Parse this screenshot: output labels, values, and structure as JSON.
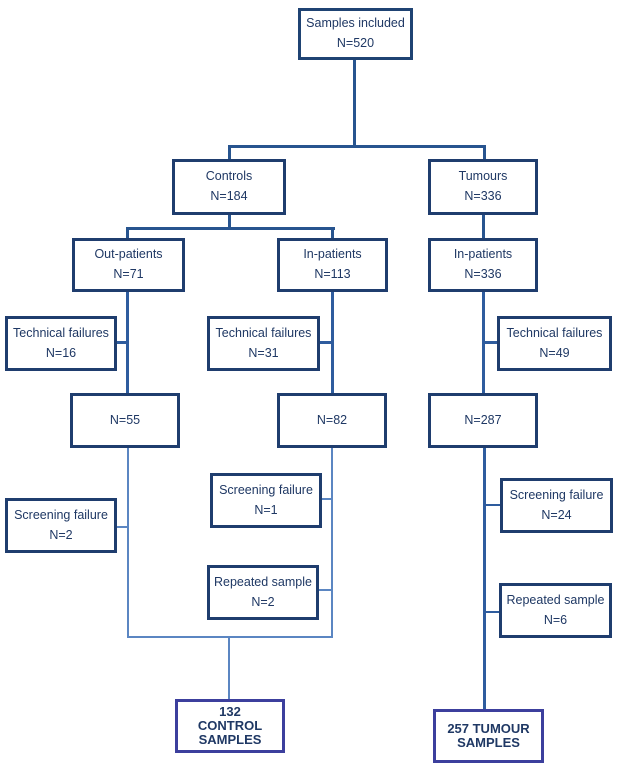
{
  "boxes": {
    "samples_included": {
      "label": "Samples included",
      "count": "N=520"
    },
    "controls": {
      "label": "Controls",
      "count": "N=184"
    },
    "tumours": {
      "label": "Tumours",
      "count": "N=336"
    },
    "out_patients": {
      "label": "Out-patients",
      "count": "N=71"
    },
    "in_patients_controls": {
      "label": "In-patients",
      "count": "N=113"
    },
    "in_patients_tumours": {
      "label": "In-patients",
      "count": "N=336"
    },
    "tech_fail_out": {
      "label": "Technical failures",
      "count": "N=16"
    },
    "tech_fail_in": {
      "label": "Technical failures",
      "count": "N=31"
    },
    "tech_fail_tum": {
      "label": "Technical failures",
      "count": "N=49"
    },
    "remaining_out": {
      "count": "N=55"
    },
    "remaining_in": {
      "count": "N=82"
    },
    "remaining_tum": {
      "count": "N=287"
    },
    "screen_fail_out": {
      "label": "Screening failure",
      "count": "N=2"
    },
    "screen_fail_in": {
      "label": "Screening failure",
      "count": "N=1"
    },
    "screen_fail_tum": {
      "label": "Screening failure",
      "count": "N=24"
    },
    "repeat_in": {
      "label": "Repeated sample",
      "count": "N=2"
    },
    "repeat_tum": {
      "label": "Repeated sample",
      "count": "N=6"
    },
    "final_control": {
      "label": "132 CONTROL SAMPLES"
    },
    "final_tumour": {
      "label": "257 TUMOUR SAMPLES"
    }
  },
  "colors": {
    "box_border_navy": "#1f3d6e",
    "final_box_border_indigo": "#3c3f9d",
    "connector_blue": "#2e5c9e",
    "connector_dark_blue": "#27548f",
    "connector_light_blue": "#5b86c2",
    "text_navy": "#1f3864",
    "background": "#ffffff"
  }
}
